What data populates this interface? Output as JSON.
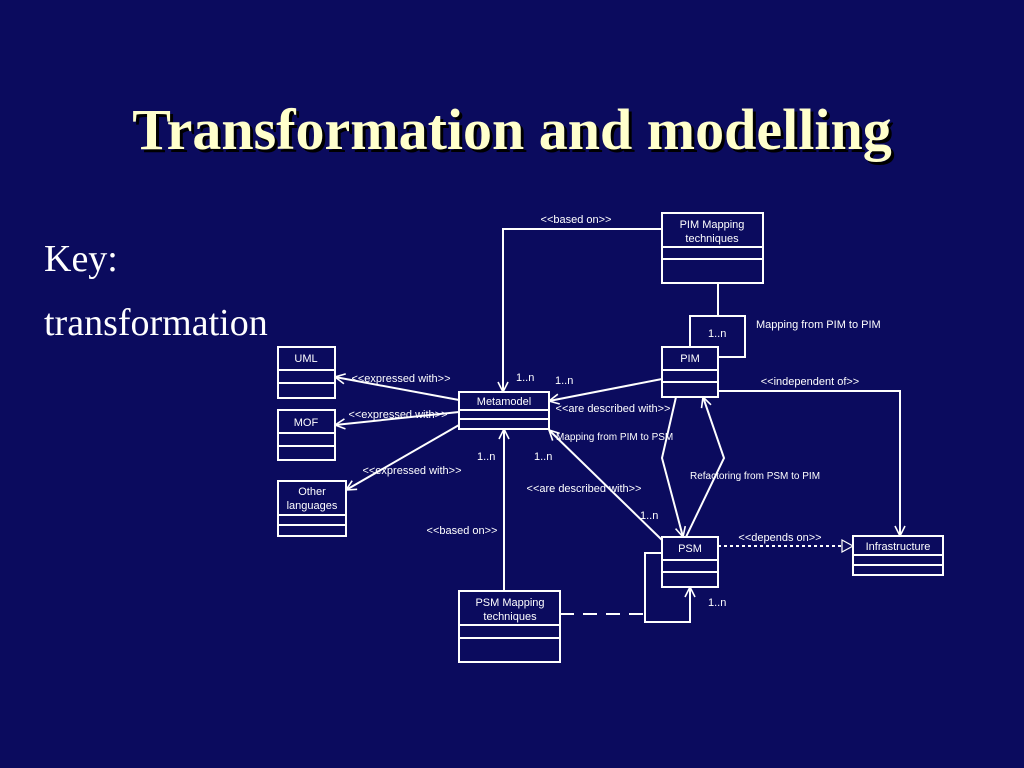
{
  "title": "Transformation and modelling",
  "key": {
    "line1": "Key:",
    "line2": "transformation"
  },
  "colors": {
    "background": "#0b0b5e",
    "title": "#ffffcc",
    "line": "#ffffff"
  },
  "classes": {
    "uml": "UML",
    "mof": "MOF",
    "other": [
      "Other",
      "languages"
    ],
    "metamodel": "Metamodel",
    "pim_mapping": [
      "PIM Mapping",
      "techniques"
    ],
    "pim": "PIM",
    "psm": "PSM",
    "psm_mapping": [
      "PSM Mapping",
      "techniques"
    ],
    "infrastructure": "Infrastructure"
  },
  "labels": {
    "based_on_top": "<<based on>>",
    "based_on_bottom": "<<based on>>",
    "expressed_uml": "<<expressed with>>",
    "expressed_mof": "<<expressed with>>",
    "expressed_other": "<<expressed with>>",
    "described_pim": "<<are described with>>",
    "described_psm": "<<are described with>>",
    "mapping_pim_psm": "Mapping from PIM to PSM",
    "mapping_pim_pim": "Mapping from PIM to PIM",
    "refactoring": "Refactoring from PSM to PIM",
    "independent": "<<independent of>>",
    "depends": "<<depends on>>"
  },
  "multiplicities": {
    "pim_self": "1..n",
    "meta_top": "1..n",
    "meta_pim": "1..n",
    "meta_left": "1..n",
    "meta_right": "1..n",
    "psm_top": "1..n",
    "psm_self": "1..n"
  }
}
